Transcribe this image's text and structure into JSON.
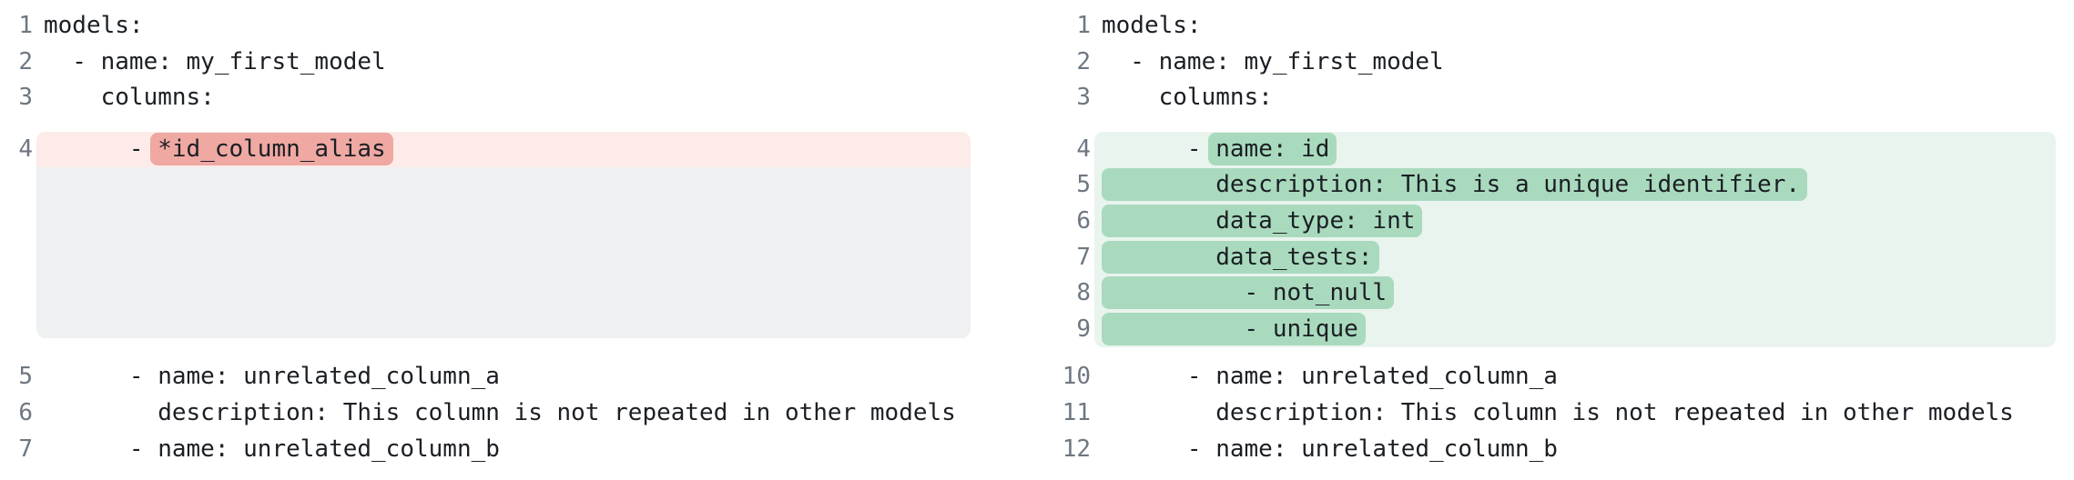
{
  "colors": {
    "background": "#ffffff",
    "code_text": "#1b1f24",
    "line_number": "#6e7781",
    "removed_row_bg": "#fcebe9",
    "removed_mark_bg": "#efa8a2",
    "collapsed_filler_bg": "#eef0f2",
    "added_row_bg": "#e9f4ee",
    "added_mark_bg": "#a9dabe"
  },
  "diff": {
    "panels": [
      {
        "side": "left",
        "lines": [
          {
            "num": 1,
            "kind": "ctx",
            "text": "models:"
          },
          {
            "num": 2,
            "kind": "ctx",
            "text": "  - name: my_first_model"
          },
          {
            "num": 3,
            "kind": "ctx",
            "text": "    columns:"
          },
          {
            "num": 4,
            "kind": "removed",
            "pre": "      - ",
            "mark": "*id_column_alias"
          },
          {
            "kind": "filler",
            "height": 188
          },
          {
            "num": 5,
            "kind": "ctx",
            "text": "      - name: unrelated_column_a"
          },
          {
            "num": 6,
            "kind": "ctx",
            "text": "        description: This column is not repeated in other models"
          },
          {
            "num": 7,
            "kind": "ctx",
            "text": "      - name: unrelated_column_b"
          }
        ]
      },
      {
        "side": "right",
        "lines": [
          {
            "num": 1,
            "kind": "ctx",
            "text": "models:"
          },
          {
            "num": 2,
            "kind": "ctx",
            "text": "  - name: my_first_model"
          },
          {
            "num": 3,
            "kind": "ctx",
            "text": "    columns:"
          },
          {
            "num": 4,
            "kind": "added",
            "pre": "      - ",
            "mark": "name: id"
          },
          {
            "num": 5,
            "kind": "added_full",
            "mark": "        description: This is a unique identifier."
          },
          {
            "num": 6,
            "kind": "added_full",
            "mark": "        data_type: int"
          },
          {
            "num": 7,
            "kind": "added_full",
            "mark": "        data_tests:"
          },
          {
            "num": 8,
            "kind": "added_full",
            "mark": "          - not_null"
          },
          {
            "num": 9,
            "kind": "added_full",
            "mark": "          - unique"
          },
          {
            "num": 10,
            "kind": "ctx",
            "text": "      - name: unrelated_column_a"
          },
          {
            "num": 11,
            "kind": "ctx",
            "text": "        description: This column is not repeated in other models"
          },
          {
            "num": 12,
            "kind": "ctx",
            "text": "      - name: unrelated_column_b"
          }
        ]
      }
    ]
  }
}
